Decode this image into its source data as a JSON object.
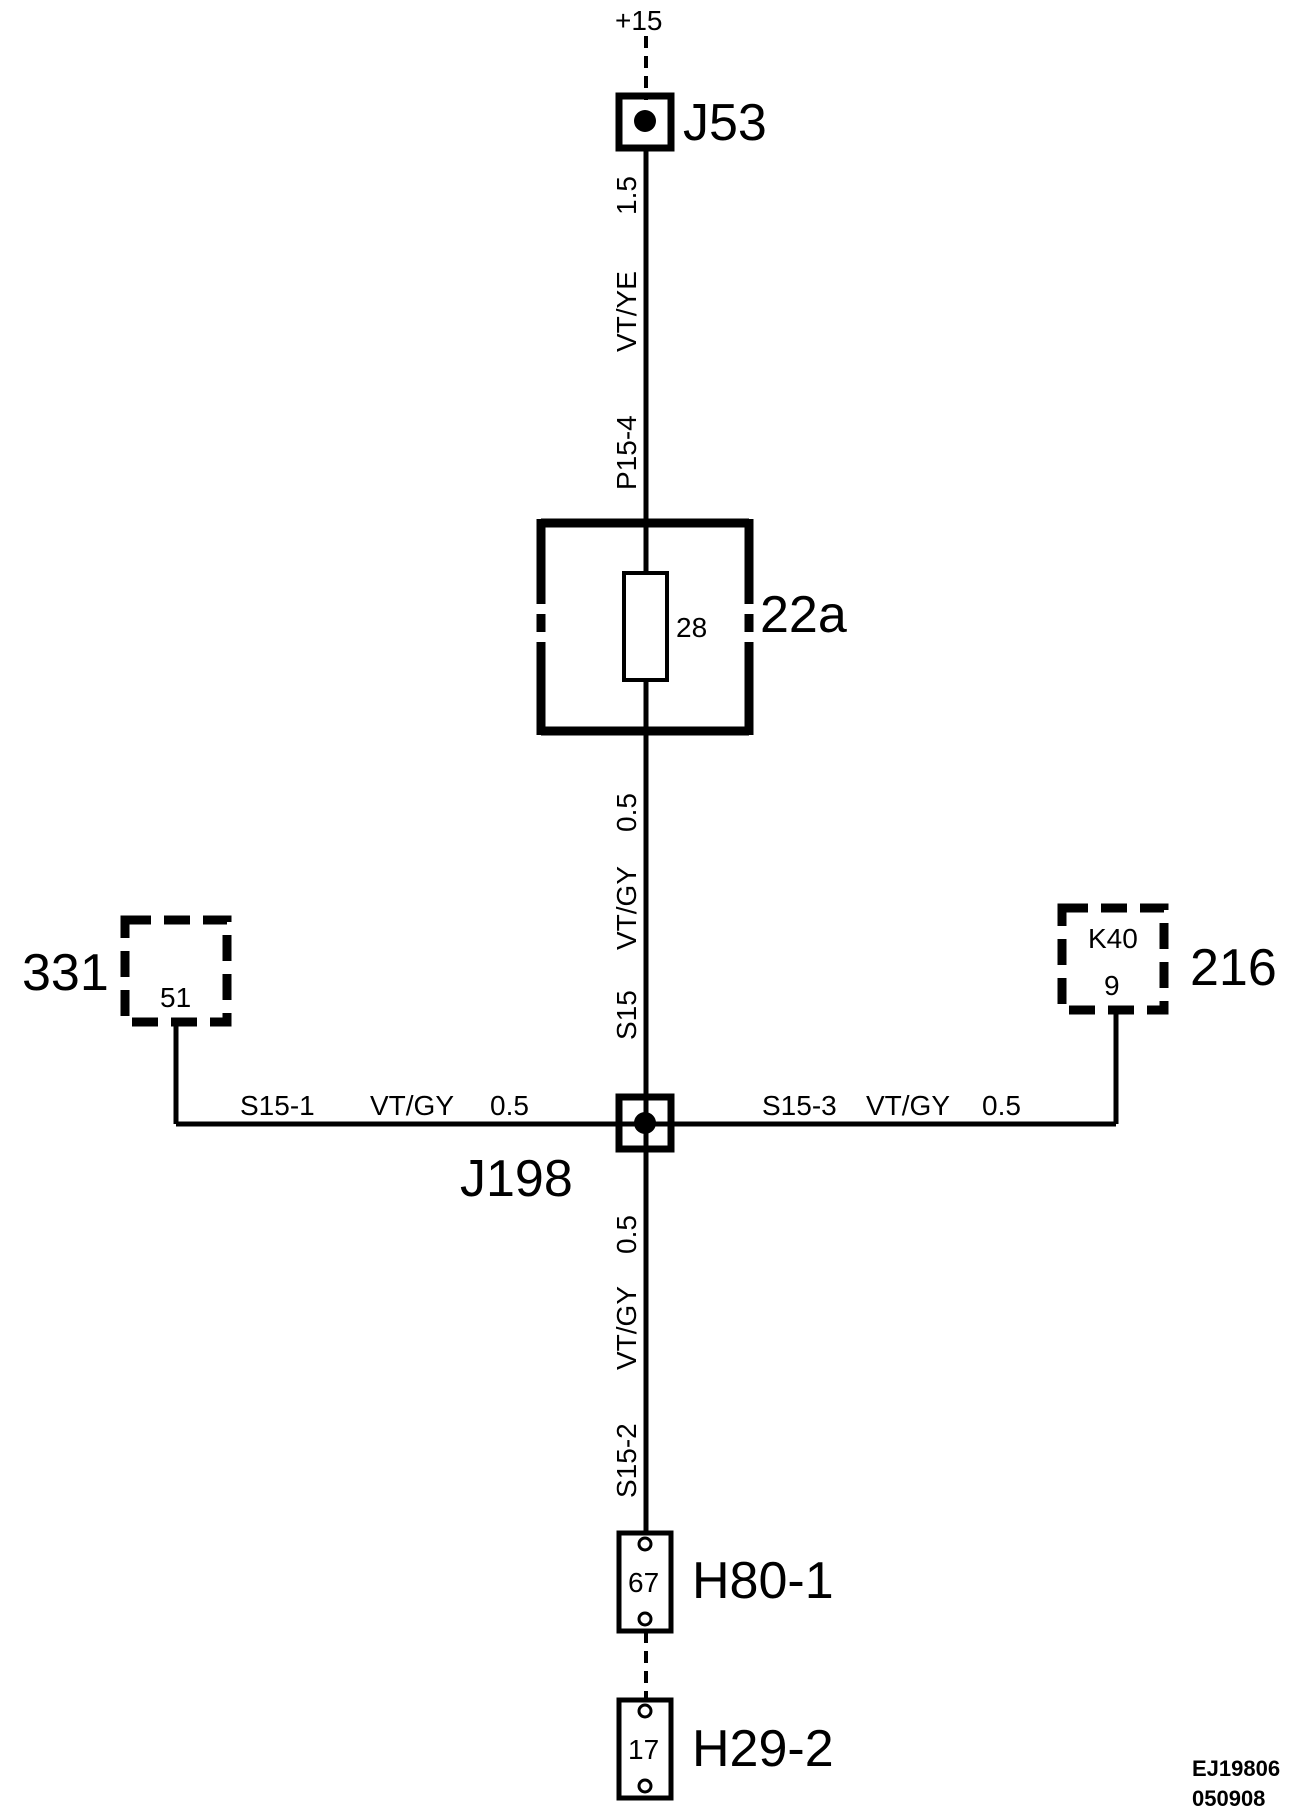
{
  "supply": "+15",
  "junctions": {
    "top": "J53",
    "middle": "J198"
  },
  "fuse": {
    "label": "22a",
    "number": "28"
  },
  "wires": {
    "top": {
      "size": "1.5",
      "color": "VT/YE",
      "id": "P15-4"
    },
    "mid": {
      "size": "0.5",
      "color": "VT/GY",
      "id": "S15"
    },
    "left": {
      "id": "S15-1",
      "color": "VT/GY",
      "size": "0.5"
    },
    "right": {
      "id": "S15-3",
      "color": "VT/GY",
      "size": "0.5"
    },
    "bottom": {
      "size": "0.5",
      "color": "VT/GY",
      "id": "S15-2"
    }
  },
  "components": {
    "left": {
      "label": "331",
      "pin": "51"
    },
    "right": {
      "label": "216",
      "connector": "K40",
      "pin": "9"
    }
  },
  "connectors": {
    "upper": {
      "label": "H80-1",
      "pin": "67"
    },
    "lower": {
      "label": "H29-2",
      "pin": "17"
    }
  },
  "figure": {
    "id": "EJ19806",
    "date": "050908"
  }
}
